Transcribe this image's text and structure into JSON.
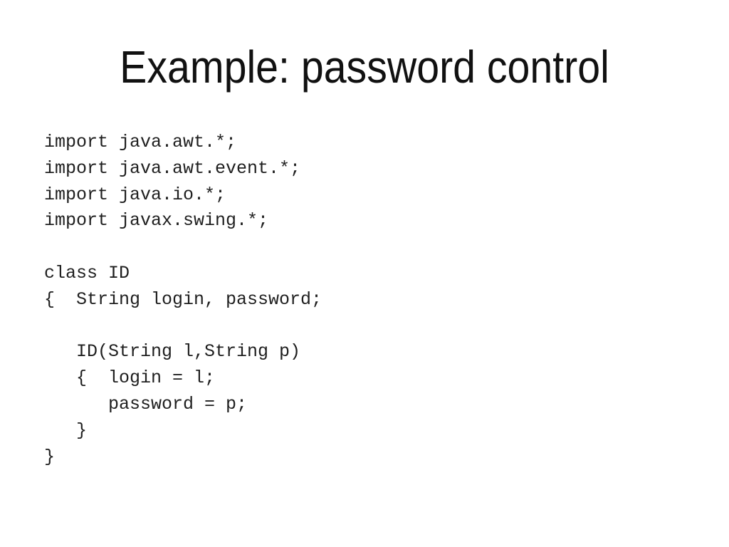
{
  "slide": {
    "title": "Example: password control",
    "code_lines": [
      "import java.awt.*;",
      "import java.awt.event.*;",
      "import java.io.*;",
      "import javax.swing.*;",
      "",
      "class ID",
      "{  String login, password;",
      "",
      "   ID(String l,String p)",
      "   {  login = l;",
      "      password = p;",
      "   }",
      "}"
    ],
    "colors": {
      "background": "#ffffff",
      "title_text": "#111111",
      "code_text": "#1f1f1f"
    }
  }
}
